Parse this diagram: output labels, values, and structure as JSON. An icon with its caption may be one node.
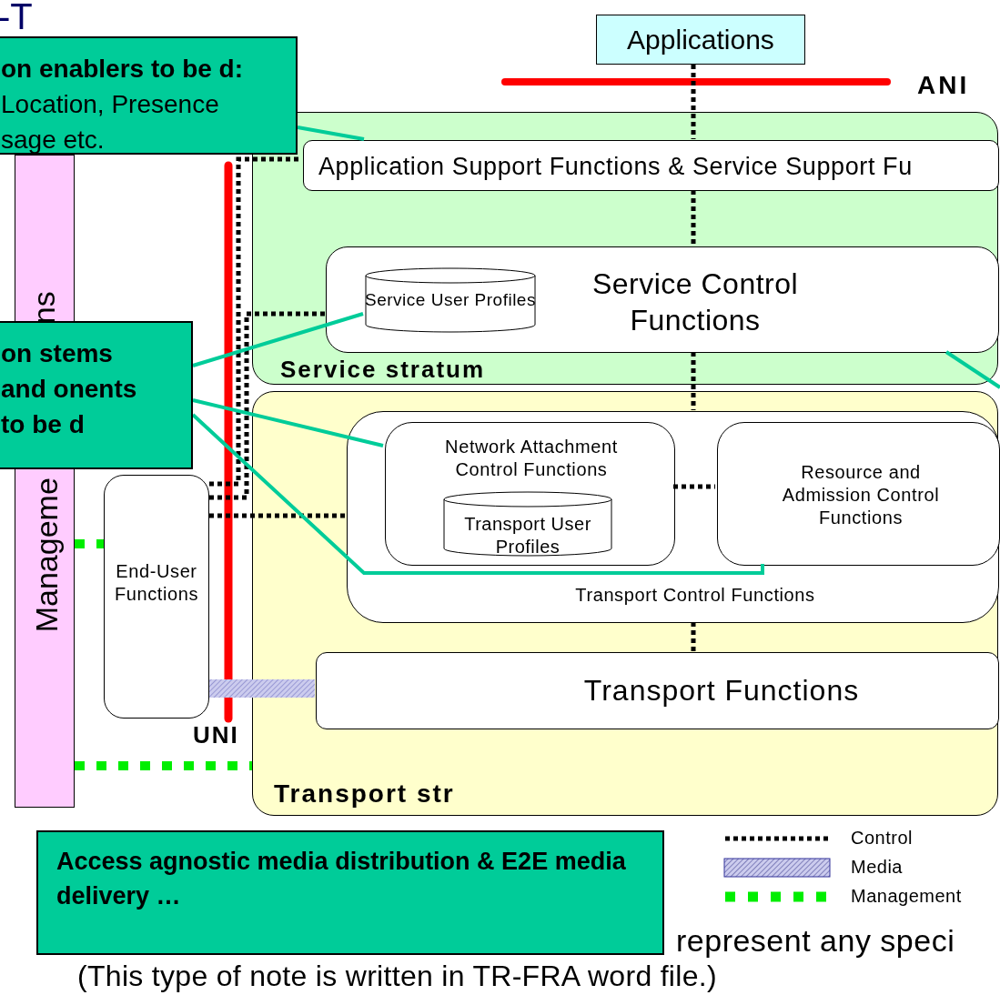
{
  "diagram": {
    "nodes": [
      {
        "text": [
          "Applications"
        ]
      },
      {
        "text": [
          "Service stratum"
        ]
      },
      {
        "text": [
          "Application Support Functions & Service Support Fu"
        ],
        "in": 1
      },
      {
        "text": [
          "Service Control Functions"
        ],
        "in": 1
      },
      {
        "text": [
          "Service User Profiles"
        ],
        "in": 3
      },
      {
        "text": [
          "Transport str"
        ]
      },
      {
        "text": [
          "Transport Control Functions"
        ],
        "in": 5
      },
      {
        "text": [
          "Network Attachment Control Functions"
        ],
        "in": 6
      },
      {
        "text": [
          "Transport User Profiles"
        ],
        "in": 7
      },
      {
        "text": [
          "Resource and Admission Control Functions"
        ],
        "in": 6
      },
      {
        "text": [
          "Transport  Functions"
        ],
        "in": 5
      },
      {
        "text": [
          "End-User Functions"
        ]
      },
      {
        "text": [
          "Manageme",
          "ns"
        ]
      },
      {
        "text": [
          "**on enablers to be d:** Location, Presence sage etc."
        ]
      },
      {
        "text": [
          "on stems and onents to be d"
        ]
      },
      {
        "text": [
          "Access agnostic media distribution & E2E media delivery …"
        ]
      }
    ],
    "edges": [
      {
        "from": 0,
        "to": 2,
        "arrow": "none",
        "style": "dashed"
      },
      {
        "from": 2,
        "to": 3,
        "arrow": "none",
        "style": "dashed"
      },
      {
        "from": 3,
        "to": 6,
        "arrow": "none",
        "style": "dashed"
      },
      {
        "from": 6,
        "to": 10,
        "arrow": "none",
        "style": "dashed"
      },
      {
        "from": 7,
        "to": 9,
        "arrow": "none",
        "style": "dashed"
      },
      {
        "from": 11,
        "to": 6,
        "arrow": "none",
        "style": "dashed"
      },
      {
        "from": 11,
        "to": 2,
        "arrow": "none",
        "style": "dashed"
      },
      {
        "from": 11,
        "to": 3,
        "arrow": "none",
        "style": "dashed"
      },
      {
        "from": 12,
        "to": 11,
        "arrow": "none",
        "style": "dashed",
        "color": "#00ee00"
      },
      {
        "from": 12,
        "to": 5,
        "arrow": "none",
        "style": "dashed",
        "color": "#00ee00"
      },
      {
        "from": 11,
        "to": 10,
        "arrow": "none",
        "style": "thick",
        "color": "#8888cc"
      },
      {
        "from": 13,
        "to": 2,
        "arrow": "none",
        "color": "#00cc99"
      },
      {
        "from": 14,
        "to": 4,
        "arrow": "none",
        "color": "#00cc99"
      },
      {
        "from": 14,
        "to": 7,
        "arrow": "none",
        "color": "#00cc99"
      },
      {
        "from": 14,
        "to": 9,
        "arrow": "none",
        "color": "#00cc99"
      },
      {
        "from": null,
        "to": 3,
        "arrow": "none",
        "color": "#00cc99"
      }
    ],
    "labels": [
      "-T",
      "ANI",
      "UNI",
      "represent any speci",
      "(This type of note is written in TR-FRA word file.)"
    ],
    "legend": [
      {
        "text": "Control"
      },
      {
        "text": "Media"
      },
      {
        "text": "Management"
      }
    ]
  }
}
